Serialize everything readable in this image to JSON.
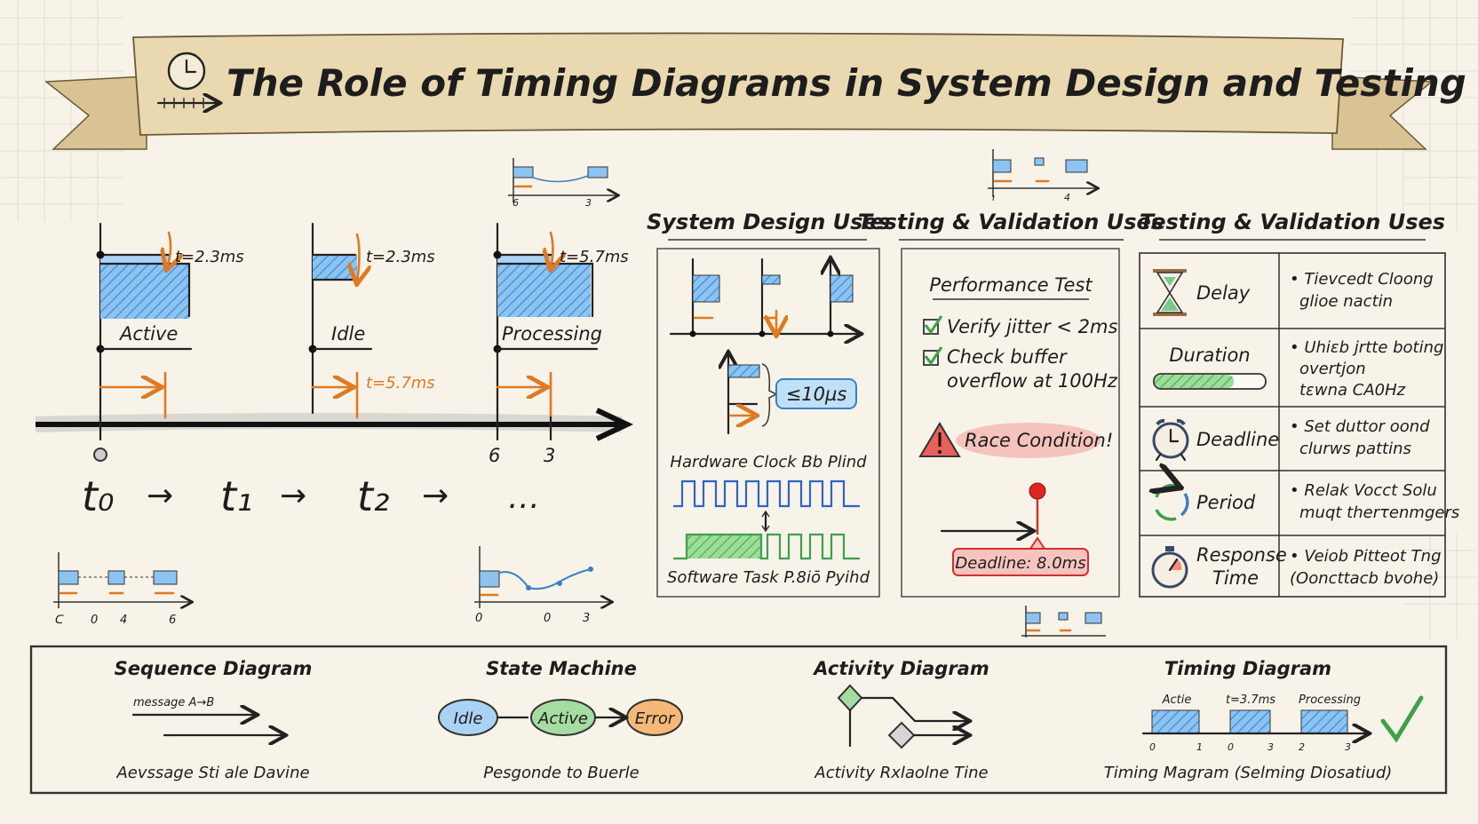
{
  "title": "The Role of Timing Diagrams in System Design and Testing",
  "colors": {
    "background": "#f7f3e8",
    "banner": "#e6d4ac",
    "signal_blue": "#6aaee8",
    "accent_orange": "#e07a22",
    "pass_green": "#43a047",
    "alert_red": "#d32f2f"
  },
  "timeline": {
    "states": [
      {
        "label": "Active",
        "time_label": "t=2.3ms"
      },
      {
        "label": "Idle",
        "time_label": "t=2.3ms",
        "duration_label": "t=5.7ms"
      },
      {
        "label": "Processing",
        "time_label": "t=5.7ms"
      }
    ],
    "axis_ticks": [
      "0",
      "6",
      "3"
    ],
    "sequence": [
      "t₀",
      "→",
      "t₁",
      "→",
      "t₂",
      "→",
      "…"
    ]
  },
  "mini_charts": {
    "top_left_ticks": [
      "6",
      "3"
    ],
    "bottom_left_ticks": [
      "ᑕ",
      "0",
      "4",
      "6"
    ],
    "bottom_mid_ticks": [
      "0",
      "0",
      "3"
    ],
    "top_right_ticks": [
      "ı",
      "4"
    ]
  },
  "system_design": {
    "header": "System Design Uses",
    "badge": "≤10µs",
    "clock_label": "Hardware Clock Bb Plind",
    "task_label": "Software Task P.8iō Pyihd"
  },
  "testing": {
    "header": "Testing & Validation Uses",
    "subtitle": "Performance Test",
    "checks": [
      "Verify jitter < 2ms",
      "Check buffer",
      "overflow at 100Hz"
    ],
    "warning": "Race Condition!",
    "deadline": "Deadline: 8.0ms"
  },
  "uses_table": {
    "header": "Testing & Validation Uses",
    "duration_progress": 0.72,
    "rows": [
      {
        "icon": "hourglass-icon",
        "term": "Delay",
        "desc": [
          "• Tievcedt Cloong",
          "glioe nactin"
        ]
      },
      {
        "icon": "progress-bar-icon",
        "term": "Duration",
        "desc": [
          "• Uhiεb jrtte boting",
          "overtjon",
          "tɛwna CA0Hz"
        ]
      },
      {
        "icon": "alarm-clock-icon",
        "term": "Deadline",
        "desc": [
          "• Set duttor oond",
          "clurws pattins"
        ]
      },
      {
        "icon": "cycle-arrows-icon",
        "term": "Period",
        "desc": [
          "• Relak Vocct Solu",
          "muqt therτenmgers"
        ]
      },
      {
        "icon": "stopwatch-icon",
        "term": "Response",
        "term2": "Time",
        "desc": [
          "• Veiob Pitteot Tng",
          "(Ooncttacb bvohe)"
        ]
      }
    ]
  },
  "comparison": {
    "sequence": {
      "title": "Sequence Diagram",
      "message": "message A→B",
      "caption": "Aevssage Sti ale Davine"
    },
    "state_machine": {
      "title": "State Machine",
      "states": [
        "Idle",
        "Active",
        "Error"
      ],
      "caption": "Pesgonde to Buerle"
    },
    "activity": {
      "title": "Activity Diagram",
      "caption": "Activity Rxlaolne Tine"
    },
    "timing": {
      "title": "Timing Diagram",
      "labels": [
        "Actie",
        "t=3.7ms",
        "Processing"
      ],
      "ticks": [
        "0",
        "1",
        "0",
        "3",
        "2",
        "3"
      ],
      "caption": "Timing Magram (Selming Diosatiud)"
    }
  }
}
